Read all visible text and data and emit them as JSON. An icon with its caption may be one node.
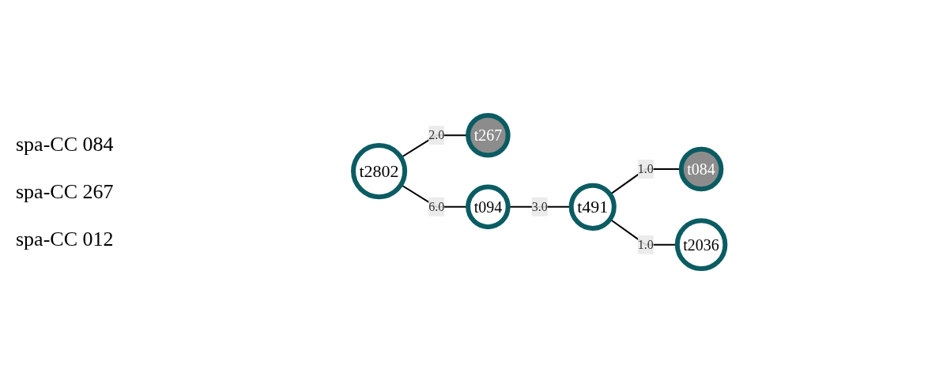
{
  "diagram": {
    "nodes": [
      {
        "text": [
          "t2802"
        ]
      },
      {
        "text": [
          "t267"
        ]
      },
      {
        "text": [
          "t094"
        ]
      },
      {
        "text": [
          "t491"
        ]
      },
      {
        "text": [
          "t084"
        ]
      },
      {
        "text": [
          "t2036"
        ]
      }
    ],
    "edges": [
      {
        "from": 0,
        "to": 2,
        "arrow": "none",
        "label": "6.0"
      },
      {
        "from": 2,
        "to": 3,
        "arrow": "none",
        "label": "3.0"
      },
      {
        "from": 0,
        "to": 1,
        "arrow": "none",
        "label": "2.0"
      },
      {
        "from": 3,
        "to": 4,
        "arrow": "none",
        "label": "1.0"
      },
      {
        "from": 3,
        "to": 5,
        "arrow": "none",
        "label": "1.0"
      }
    ],
    "labels": [
      "spa-CC 084",
      "spa-CC 267",
      "spa-CC 012"
    ]
  }
}
